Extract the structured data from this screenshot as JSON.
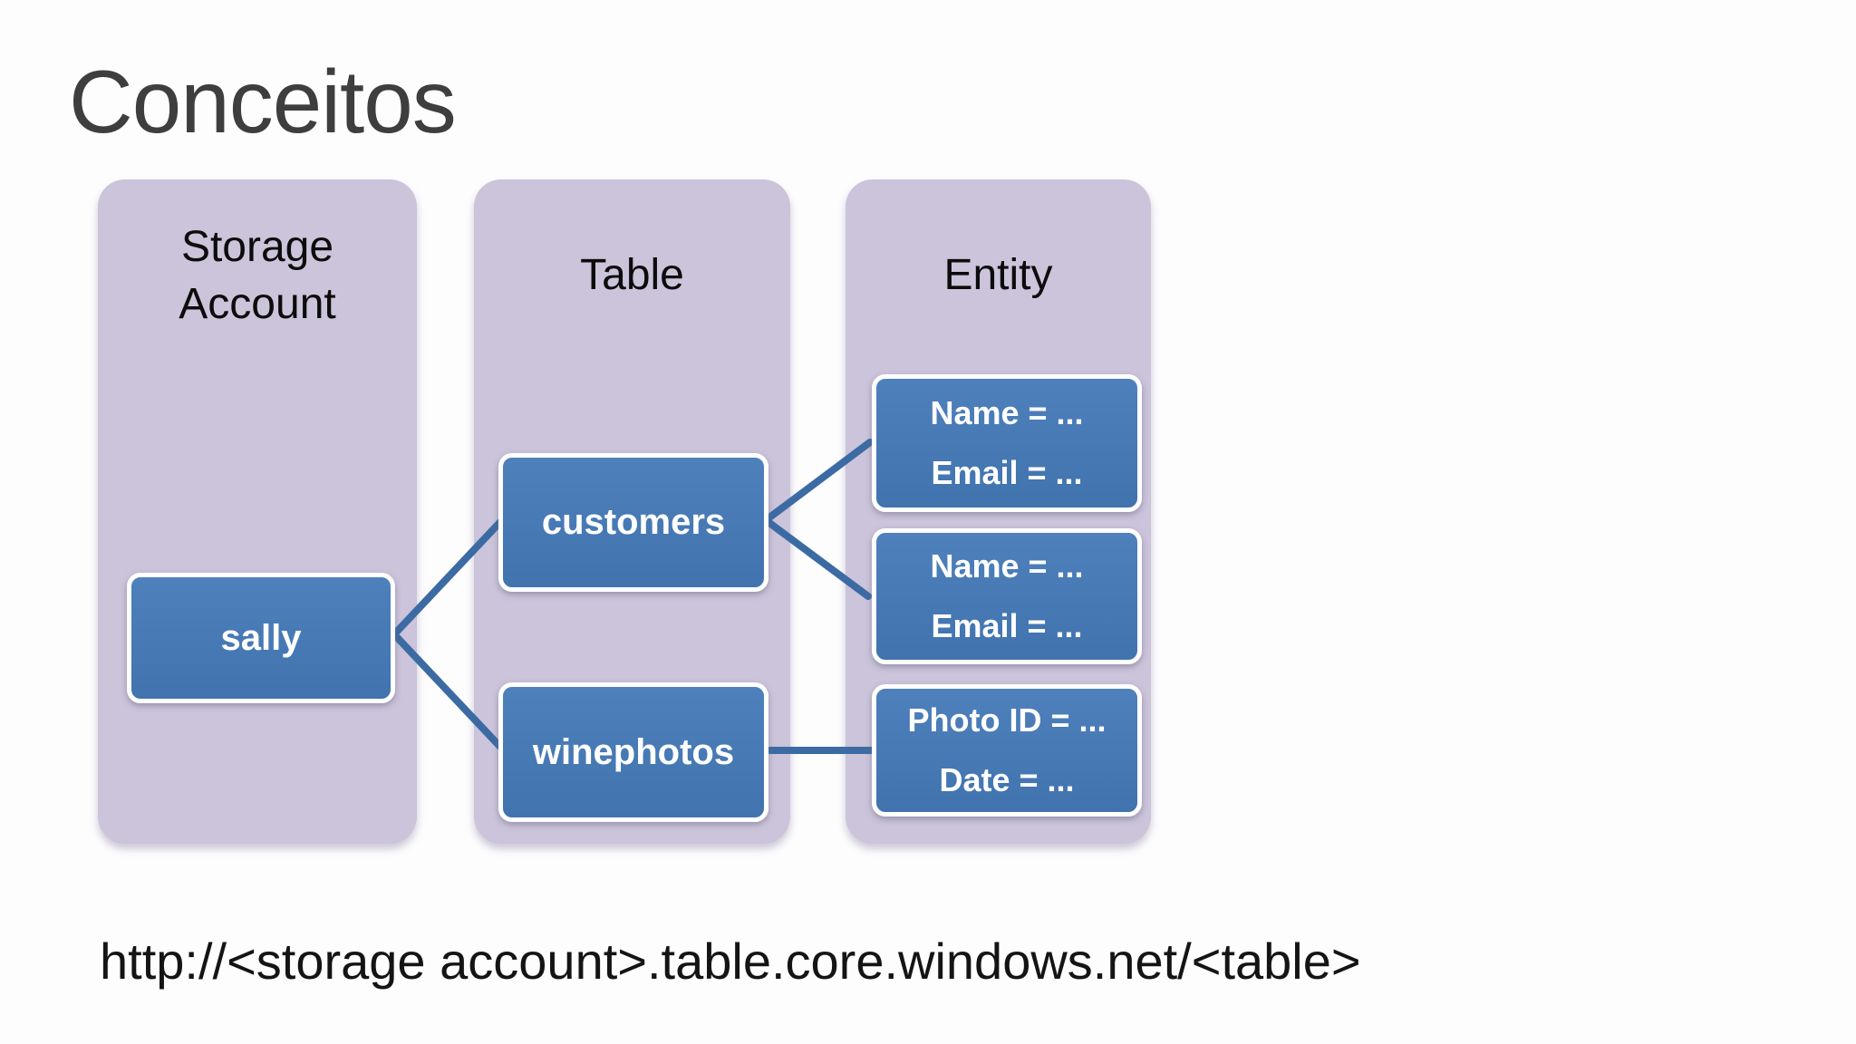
{
  "slide": {
    "title": "Conceitos",
    "url": "http://<storage account>.table.core.windows.net/<table>"
  },
  "diagram": {
    "columns": [
      {
        "label": "Storage Account",
        "items": [
          {
            "label": "sally"
          }
        ]
      },
      {
        "label": "Table",
        "items": [
          {
            "label": "customers"
          },
          {
            "label": "winephotos"
          }
        ]
      },
      {
        "label": "Entity",
        "items": [
          {
            "lines": [
              "Name = ...",
              "Email = ..."
            ]
          },
          {
            "lines": [
              "Name = ...",
              "Email = ..."
            ]
          },
          {
            "lines": [
              "Photo ID = ...",
              "Date = ..."
            ]
          }
        ]
      }
    ],
    "connections": [
      {
        "from": "sally",
        "to": "customers"
      },
      {
        "from": "sally",
        "to": "winephotos"
      },
      {
        "from": "customers",
        "to": "entity-name-email-1"
      },
      {
        "from": "customers",
        "to": "entity-name-email-2"
      },
      {
        "from": "winephotos",
        "to": "entity-photoid-date"
      }
    ]
  },
  "colors": {
    "background": "#fdfdfe",
    "column_bg": "#cbc4da",
    "node_fill_top": "#4e80bc",
    "node_fill_bottom": "#4173ae",
    "connector": "#3c6ba4",
    "title_text": "#3e3e3e",
    "header_text": "#0c0c0c",
    "node_text": "#ffffff",
    "url_text": "#141414"
  }
}
